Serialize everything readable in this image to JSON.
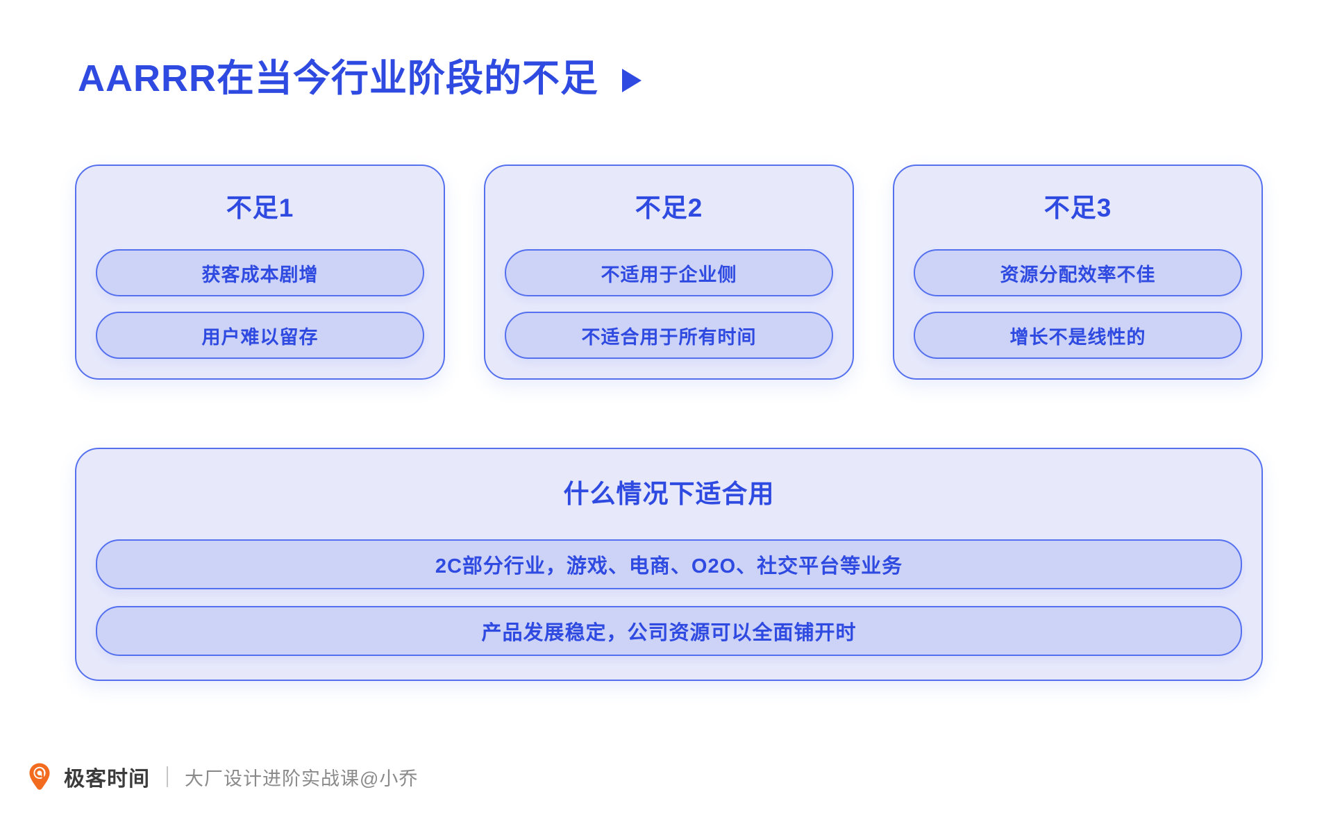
{
  "slide": {
    "title": "AARRR在当今行业阶段的不足",
    "title_marker_icon": "play-triangle-icon",
    "accent_color": "#2f4ae0",
    "card_bg_color": "#e7e9fb",
    "pill_bg_color": "#cdd2f7",
    "border_color": "#5470ef"
  },
  "cards": [
    {
      "title": "不足1",
      "pills": [
        "获客成本剧增",
        "用户难以留存"
      ]
    },
    {
      "title": "不足2",
      "pills": [
        "不适用于企业侧",
        "不适合用于所有时间"
      ]
    },
    {
      "title": "不足3",
      "pills": [
        "资源分配效率不佳",
        "增长不是线性的"
      ]
    }
  ],
  "wide_card": {
    "title": "什么情况下适合用",
    "pills": [
      "2C部分行业，游戏、电商、O2O、社交平台等业务",
      "产品发展稳定，公司资源可以全面铺开时"
    ]
  },
  "footer": {
    "logo_icon": "geekbang-pin-icon",
    "logo_color": "#f26b1f",
    "brand": "极客时间",
    "separator": "|",
    "subtitle": "大厂设计进阶实战课@小乔"
  }
}
